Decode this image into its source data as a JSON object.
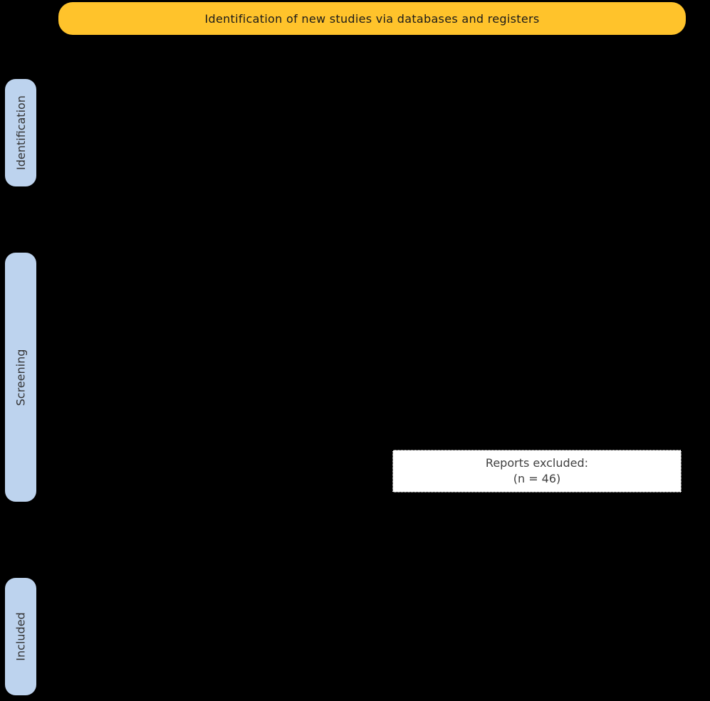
{
  "colors": {
    "page-bg": "#000000",
    "banner-bg": "#FFC32B",
    "banner-text": "#1A1A1A",
    "side-label-bg": "#BDD3EE",
    "side-label-text": "#333333",
    "excluded-box-bg": "#FFFFFF",
    "excluded-box-border": "#000000",
    "excluded-box-text": "#404040"
  },
  "banner": {
    "label": "Identification of new studies via databases and registers"
  },
  "side_labels": [
    {
      "id": "identification",
      "label": "Identification"
    },
    {
      "id": "screening",
      "label": "Screening"
    },
    {
      "id": "included",
      "label": "Included"
    }
  ],
  "excluded_box": {
    "line1": "Reports excluded:",
    "line2": "(n = 46)"
  }
}
